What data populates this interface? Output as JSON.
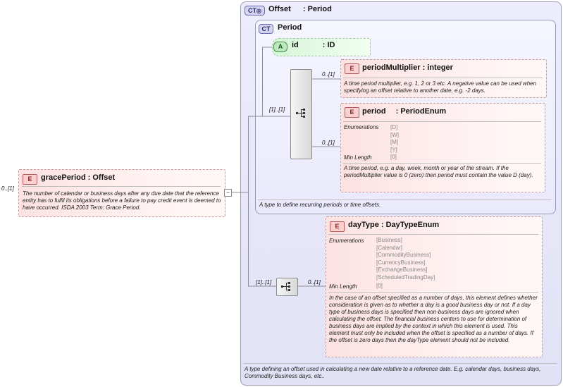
{
  "grace": {
    "card": "0..[1]",
    "badge": "E",
    "name": "gracePeriod",
    "type": ": Offset",
    "doc": "The number of calendar or business days after any due date that the reference entity has to fulfil its obligations before a failure to pay credit event is deemed to have occurred. ISDA 2003 Term: Grace Period.",
    "collapse": "−"
  },
  "offset": {
    "badge": "CT",
    "name": "Offset",
    "type": ": Period",
    "doc": "A type defining an offset used in calculating a new date relative to a reference date. E.g. calendar days, business days, Commodity Business days, etc.."
  },
  "period_type": {
    "badge": "CT",
    "name": "Period",
    "doc": "A type to define recurring periods or time offsets.",
    "seq_card": "[1]..[1]"
  },
  "id_attr": {
    "badge": "A",
    "name": "id",
    "type": ": ID"
  },
  "period_multiplier": {
    "card": "0..[1]",
    "badge": "E",
    "name": "periodMultiplier",
    "type": ": integer",
    "doc": "A time period multiplier, e.g. 1, 2 or 3 etc. A negative value can be used when specifying an offset relative to another date, e.g. -2 days."
  },
  "period": {
    "card": "0..[1]",
    "badge": "E",
    "name": "period",
    "type": ": PeriodEnum",
    "enum_label": "Enumerations",
    "enums": [
      "[D]",
      "[W]",
      "[M]",
      "[Y]"
    ],
    "minlen_label": "Min Length",
    "minlen": "[0]",
    "doc": "A time period, e.g. a day, week, month or year of the stream. If the periodMultiplier value is 0 (zero) then period must contain the value D (day)."
  },
  "day_type": {
    "card": "0..[1]",
    "seq_card": "[1]..[1]",
    "badge": "E",
    "name": "dayType",
    "type": ": DayTypeEnum",
    "enum_label": "Enumerations",
    "enums": [
      "[Business]",
      "[Calendar]",
      "[CommodityBusiness]",
      "[CurrencyBusiness]",
      "[ExchangeBusiness]",
      "[ScheduledTradingDay]"
    ],
    "minlen_label": "Min Length",
    "minlen": "[0]",
    "doc": "In the case of an offset specified as a number of days, this element defines whether consideration is given as to whether a day is a good business day or not. If a day type of business days is specified then non-business days are ignored when calculating the offset. The financial business centers to use for determination of business days are implied by the context in which this element is used. This element must only be included when the offset is specified as a number of days. If the offset is zero days then the dayType element should not be included."
  }
}
